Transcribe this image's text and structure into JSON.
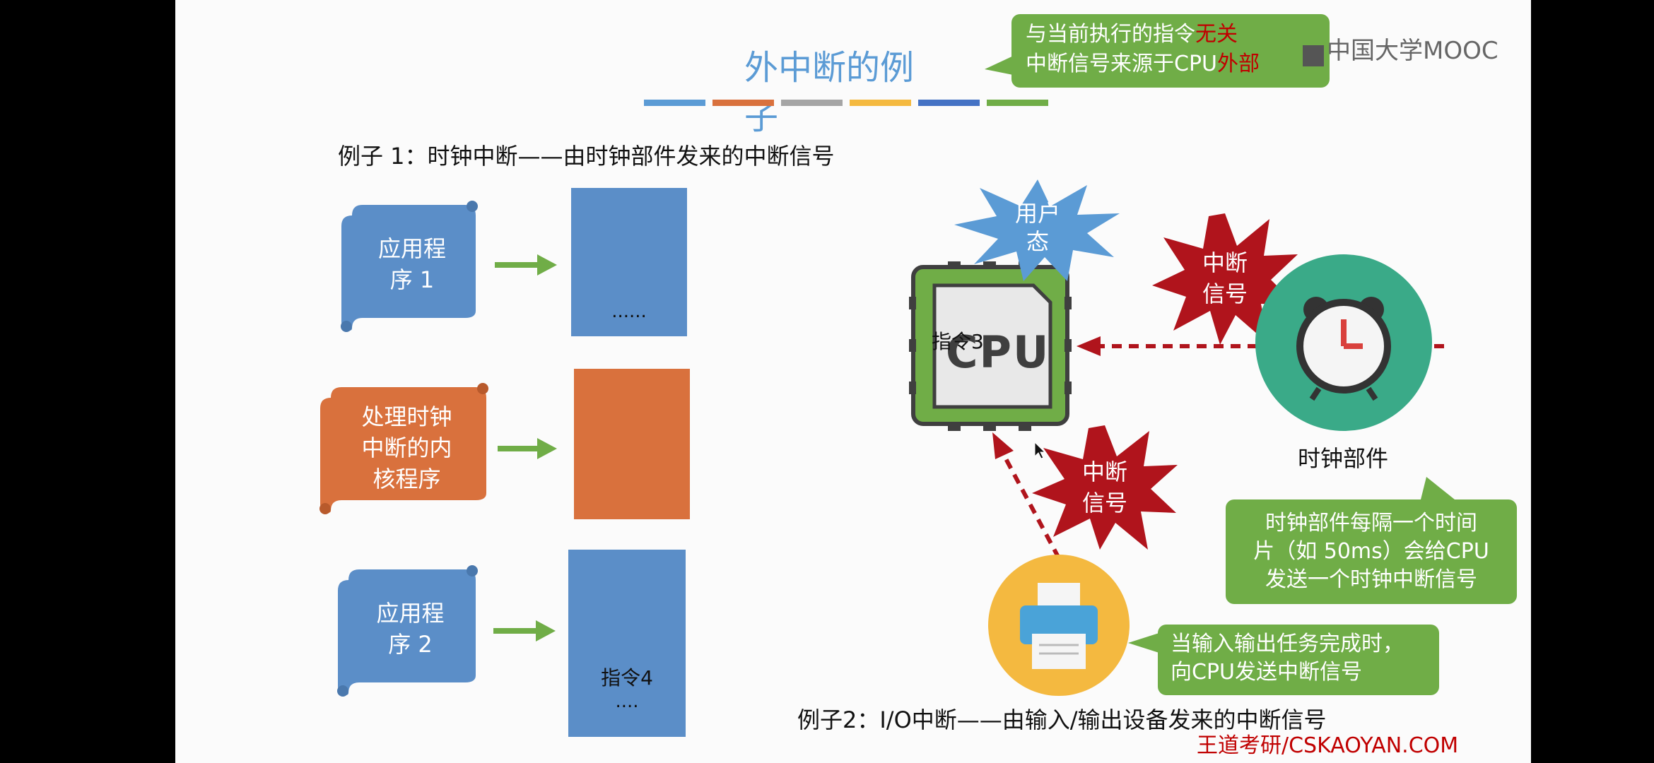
{
  "slide": {
    "title": "外中断的例子",
    "color_bar": [
      "#5b9bd5",
      "#d9713d",
      "#a5a5a5",
      "#f4b940",
      "#4472c4",
      "#70ad47"
    ],
    "callout_top": {
      "line1_prefix": "与当前执行的指令",
      "line1_highlight": "无关",
      "line2_prefix": "中断信号来源于CPU",
      "line2_highlight": "外部"
    },
    "example1_label": "例子 1：时钟中断——由时钟部件发来的中断信号",
    "scroll1": {
      "line1": "应用程",
      "line2": "序 1"
    },
    "scroll2": {
      "line1": "处理时钟",
      "line2": "中断的内",
      "line3": "核程序"
    },
    "scroll3": {
      "line1": "应用程",
      "line2": "序 2"
    },
    "block1_text": "......",
    "block3_instr": "指令4",
    "block3_dots": "....",
    "user_mode_burst": {
      "line1": "用户",
      "line2": "态"
    },
    "cpu_label": "CPU",
    "cpu_instr": "指令3",
    "signal_burst_top": {
      "line1": "中断",
      "line2": "信号"
    },
    "signal_burst_bottom": {
      "line1": "中断",
      "line2": "信号"
    },
    "clock_label": "时钟部件",
    "clock_callout": {
      "line1": "时钟部件每隔一个时间",
      "line2": "片（如 50ms）会给CPU",
      "line3": "发送一个时钟中断信号"
    },
    "io_callout": {
      "line1": "当输入输出任务完成时，",
      "line2": "向CPU发送中断信号"
    },
    "example2_label": "例子2：I/O中断——由输入/输出设备发来的中断信号",
    "watermark": "王道考研/CSKAOYAN.COM",
    "mooc_logo": "中国大学MOOC",
    "colors": {
      "accent": "#5b9bd5",
      "green": "#70ad47",
      "burst_red": "#b0141c",
      "burst_blue": "#5b9bd5",
      "clock_bg": "#3aaa88",
      "printer_bg": "#f4b940"
    }
  }
}
